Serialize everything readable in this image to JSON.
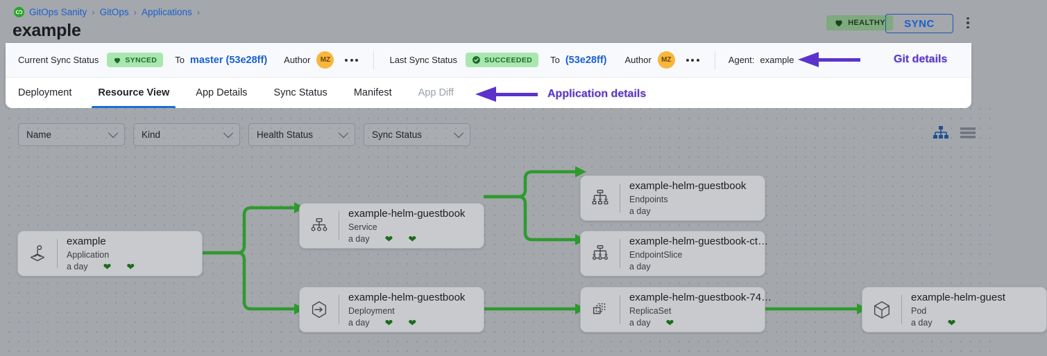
{
  "header": {
    "breadcrumb": [
      {
        "label": "GitOps Sanity"
      },
      {
        "label": "GitOps"
      },
      {
        "label": "Applications"
      }
    ],
    "separator": "›",
    "title": "example",
    "health_badge": "HEALTHY",
    "sync_button": "SYNC",
    "kebab": "⋮"
  },
  "status_bar": {
    "current_sync_label": "Current Sync Status",
    "current_sync_badge": "SYNCED",
    "current_to_label": "To",
    "current_revision": "master (53e28ff)",
    "current_author_label": "Author",
    "current_author_initials": "MZ",
    "last_sync_label": "Last Sync Status",
    "last_sync_badge": "SUCCEEDED",
    "last_to_label": "To",
    "last_revision": "(53e28ff)",
    "last_author_label": "Author",
    "last_author_initials": "MZ",
    "agent_label": "Agent:",
    "agent_value": "example"
  },
  "annotations": {
    "git_details": "Git details",
    "application_details": "Application details"
  },
  "tabs": [
    {
      "label": "Deployment",
      "state": "normal"
    },
    {
      "label": "Resource View",
      "state": "active"
    },
    {
      "label": "App Details",
      "state": "normal"
    },
    {
      "label": "Sync Status",
      "state": "normal"
    },
    {
      "label": "Manifest",
      "state": "normal"
    },
    {
      "label": "App Diff",
      "state": "muted"
    }
  ],
  "filters": [
    {
      "label": "Name"
    },
    {
      "label": "Kind"
    },
    {
      "label": "Health Status"
    },
    {
      "label": "Sync Status"
    }
  ],
  "view_toggles": [
    {
      "name": "tree-view-icon",
      "active": true
    },
    {
      "name": "list-view-icon",
      "active": false
    }
  ],
  "graph": {
    "nodes": [
      {
        "id": "app",
        "icon": "application-icon",
        "title": "example",
        "kind": "Application",
        "age": "a day",
        "hearts": 2
      },
      {
        "id": "service",
        "icon": "service-icon",
        "title": "example-helm-guestbook",
        "kind": "Service",
        "age": "a day",
        "hearts": 2
      },
      {
        "id": "endpoints",
        "icon": "endpoints-icon",
        "title": "example-helm-guestbook",
        "kind": "Endpoints",
        "age": "a day",
        "hearts": 0
      },
      {
        "id": "endpointslice",
        "icon": "endpointslice-icon",
        "title": "example-helm-guestbook-ct…",
        "kind": "EndpointSlice",
        "age": "a day",
        "hearts": 0
      },
      {
        "id": "deployment",
        "icon": "deployment-icon",
        "title": "example-helm-guestbook",
        "kind": "Deployment",
        "age": "a day",
        "hearts": 2
      },
      {
        "id": "replicaset",
        "icon": "replicaset-icon",
        "title": "example-helm-guestbook-74…",
        "kind": "ReplicaSet",
        "age": "a day",
        "hearts": 1
      },
      {
        "id": "pod",
        "icon": "pod-icon",
        "title": "example-helm-guest",
        "kind": "Pod",
        "age": "a day",
        "hearts": 1
      }
    ],
    "edges": [
      {
        "from": "app",
        "to": "service"
      },
      {
        "from": "app",
        "to": "deployment"
      },
      {
        "from": "service",
        "to": "endpoints"
      },
      {
        "from": "service",
        "to": "endpointslice"
      },
      {
        "from": "deployment",
        "to": "replicaset"
      },
      {
        "from": "replicaset",
        "to": "pod"
      }
    ]
  },
  "colors": {
    "accent_blue": "#1a5fd0",
    "healthy_green": "#1c6b1c",
    "edge_green": "#2e9a2e",
    "annotation_purple": "#5b33cc",
    "badge_green_bg": "#a9e7ae",
    "avatar_orange": "#f9b63c"
  }
}
